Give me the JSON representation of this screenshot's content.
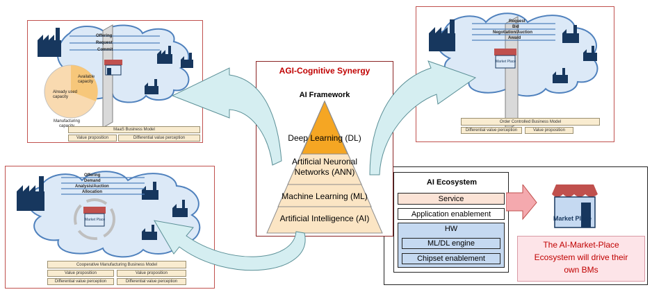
{
  "colors": {
    "panel_border_red": "#c0504d",
    "cloud_stroke": "#4f81bd",
    "cloud_fill": "#dce9f7",
    "factory": "#17375e",
    "pie_available": "#f7c77a",
    "pie_used": "#f9dab0",
    "pyramid_tier": "#fbe5c4",
    "pyramid_top": "#f5a623",
    "eco_service": "#fbe3d6",
    "eco_blue": "#c5d9f1",
    "arrow_fill": "#d5eef1",
    "callout_fill": "#fde4e8",
    "callout_text": "#c00000"
  },
  "top_left": {
    "flow_labels": [
      "Offering",
      "Request",
      "Commit"
    ],
    "pie_available": "Available capacity",
    "pie_used": "Already used capacity",
    "pie_caption": "Manufacturing capacity",
    "bm_label": "MaaS Business Model",
    "bar_left": "Value proposition",
    "bar_right": "Differential value perception"
  },
  "top_right": {
    "flow_labels": [
      "Request",
      "Bid",
      "Negotiation/Auction",
      "Award"
    ],
    "marketplace": "Market Place",
    "bm_label": "Order Controlled Business Model",
    "bar_left": "Differential value perception",
    "bar_right": "Value proposition"
  },
  "bottom_left": {
    "flow_labels": [
      "Offering",
      "Demand",
      "Analysis/Auction",
      "Allocation"
    ],
    "marketplace": "Market Place",
    "bm_label": "Cooperative Manufacturing Business Model",
    "bar_left_1": "Value proposition",
    "bar_left_2": "Differential value perception",
    "bar_right_1": "Value proposition",
    "bar_right_2": "Differential value perception"
  },
  "center": {
    "title": "AGI-Cognitive Synergy",
    "subtitle": "AI Framework",
    "tiers": [
      "Deep Learning (DL)",
      "Artificial Neuronal",
      "Networks (ANN)",
      "Machine Learning (ML)",
      "Artificial Intelligence (AI)"
    ]
  },
  "ecosystem": {
    "title": "AI Ecosystem",
    "service": "Service",
    "app": "Application enablement",
    "hw": "HW",
    "engine": "ML/DL engine",
    "chipset": "Chipset enablement",
    "marketplace": "Market Place",
    "callout": [
      "The AI-Market-Place",
      "Ecosystem will drive their",
      "own BMs"
    ]
  }
}
